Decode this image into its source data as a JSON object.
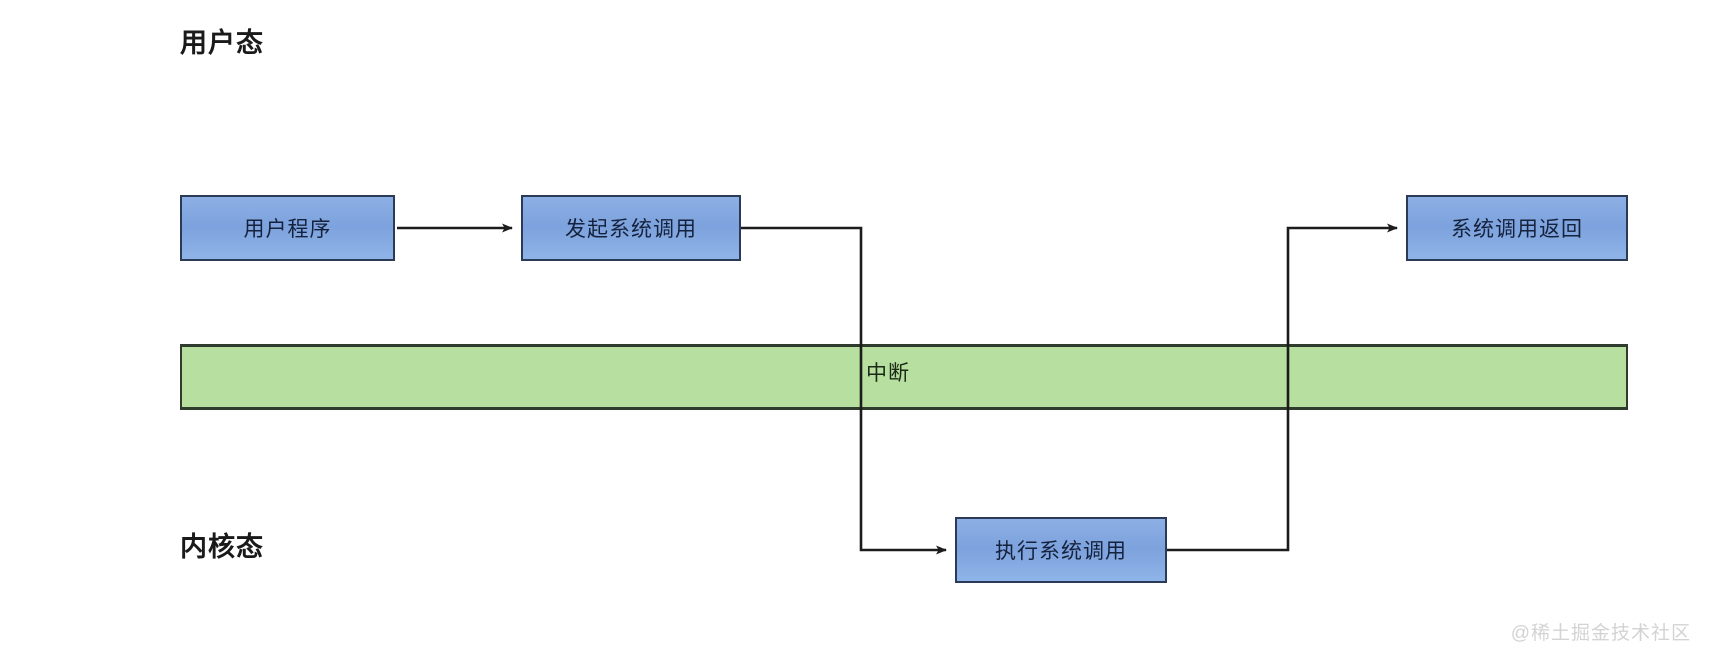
{
  "diagram": {
    "title_user_mode": "用户态",
    "title_kernel_mode": "内核态",
    "band": {
      "label": "中断",
      "fill_color": "#b6dfa0",
      "border_color": "#2f3b2c"
    },
    "node_style": {
      "fill_color": "#7da2dd",
      "border_color": "#2b3a57",
      "text_color": "#15223d"
    },
    "connector_color": "#1c1c1c",
    "nodes": [
      {
        "id": "user-program",
        "label": "用户程序",
        "lane": "user"
      },
      {
        "id": "initiate-syscall",
        "label": "发起系统调用",
        "lane": "user"
      },
      {
        "id": "syscall-return",
        "label": "系统调用返回",
        "lane": "user"
      },
      {
        "id": "execute-syscall",
        "label": "执行系统调用",
        "lane": "kernel"
      }
    ],
    "edges": [
      {
        "id": "edge-user-to-initiate",
        "from": "user-program",
        "to": "initiate-syscall",
        "arrow": true
      },
      {
        "id": "edge-initiate-to-execute",
        "from": "initiate-syscall",
        "to": "execute-syscall",
        "arrow": true
      },
      {
        "id": "edge-execute-to-return",
        "from": "execute-syscall",
        "to": "syscall-return",
        "arrow": true
      }
    ]
  },
  "watermark": {
    "text": "@稀土掘金技术社区"
  }
}
